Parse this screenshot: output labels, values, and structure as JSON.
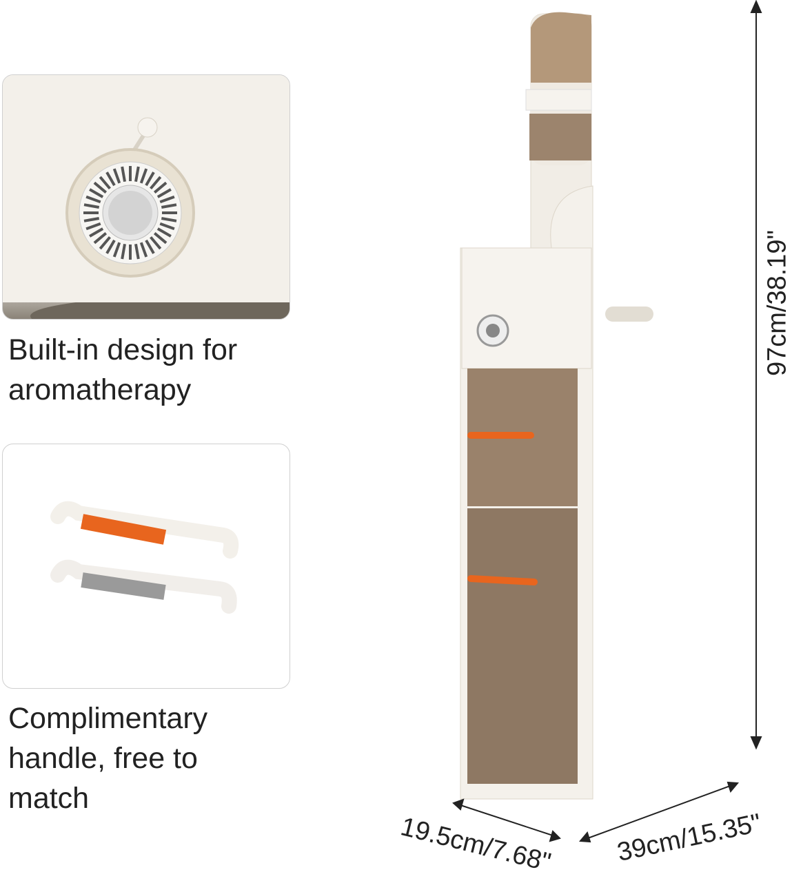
{
  "features": [
    {
      "caption_lines": [
        "Built-in design for",
        "aromatherapy"
      ],
      "image": "aroma-dial-closeup"
    },
    {
      "caption_lines": [
        "Complimentary",
        "handle, free to",
        "match"
      ],
      "image": "handles-orange-gray"
    }
  ],
  "dimensions": {
    "height": "97cm/38.19\"",
    "depth": "19.5cm/7.68\"",
    "width": "39cm/15.35\""
  },
  "colors": {
    "body": "#f1ede6",
    "drawer": "#8a6f55",
    "handle_orange": "#e8651e",
    "handle_gray": "#9a9a9a"
  }
}
